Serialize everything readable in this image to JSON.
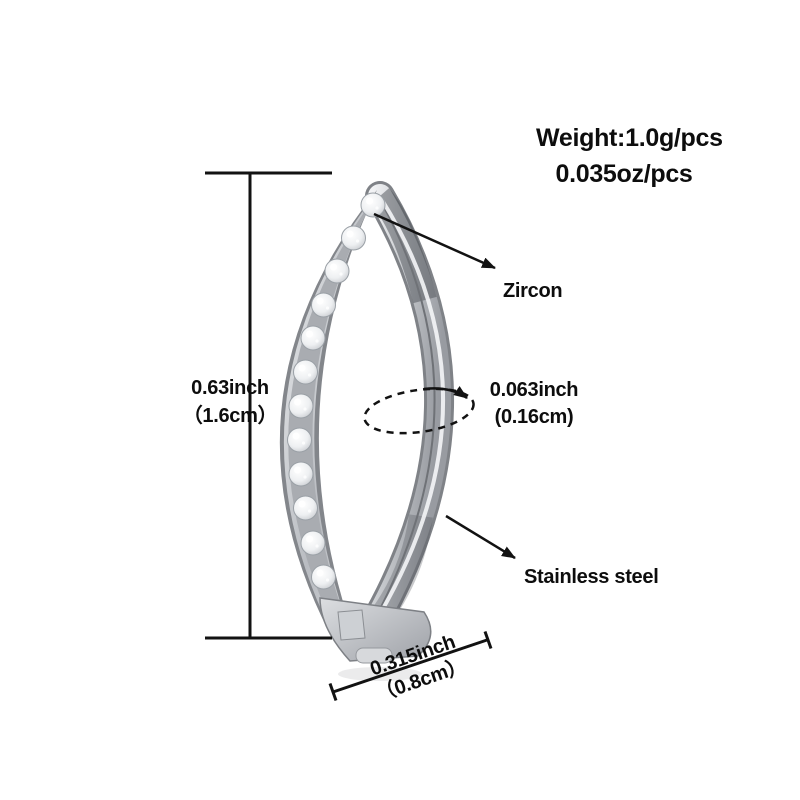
{
  "background_color": "#ffffff",
  "weight": {
    "line1": "Weight:1.0g/pcs",
    "line2": "0.035oz/pcs"
  },
  "callouts": {
    "zircon": "Zircon",
    "material": "Stainless steel"
  },
  "dimensions": {
    "height": {
      "inch": "0.63inch",
      "cm": "（1.6cm）"
    },
    "gauge": {
      "inch": "0.063inch",
      "cm": "(0.16cm)"
    },
    "width": {
      "inch": "0.315inch",
      "cm": "（0.8cm）"
    }
  },
  "illustration": {
    "item": "curved-navel-ring-with-zircon-pave",
    "metal_color": "#c3c6ca",
    "stone_color": "#f2f3f5",
    "annotation_color": "#121212"
  }
}
